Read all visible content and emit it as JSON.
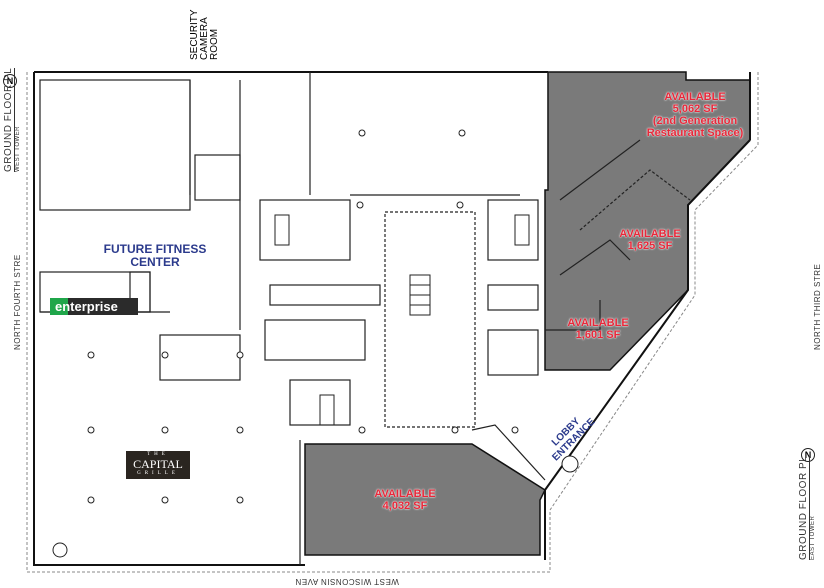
{
  "plan": {
    "west_plan_label": "GROUND FLOOR PL",
    "west_tower": "WEST TOWER",
    "east_plan_label": "GROUND FLOOR PL",
    "east_tower": "EAST TOWER",
    "north_symbol": "N"
  },
  "streets": {
    "west": "NORTH FOURTH STRE",
    "east": "NORTH THIRD STRE",
    "south": "WEST WISCONSIN AVEN"
  },
  "rooms": {
    "security": [
      "SECURITY",
      "CAMERA",
      "ROOM"
    ],
    "fitness": [
      "FUTURE FITNESS",
      "CENTER"
    ],
    "lobby": [
      "LOBBY",
      "ENTRANCE"
    ]
  },
  "tenants": {
    "enterprise": "enterprise",
    "capital_grille": {
      "top": "THE",
      "main": "CAPITAL",
      "bottom": "GRILLE"
    }
  },
  "available_spaces": [
    {
      "label": "AVAILABLE",
      "size": "5,062 SF",
      "note": "(2nd Generation",
      "note2": "Restaurant Space)"
    },
    {
      "label": "AVAILABLE",
      "size": "1,625 SF"
    },
    {
      "label": "AVAILABLE",
      "size": "1,601 SF"
    },
    {
      "label": "AVAILABLE",
      "size": "4,032 SF"
    }
  ],
  "colors": {
    "available_fill": "#7a7a7a",
    "available_text": "#e8283a",
    "label_blue": "#2b3a8c",
    "enterprise_green": "#1fa64a"
  }
}
